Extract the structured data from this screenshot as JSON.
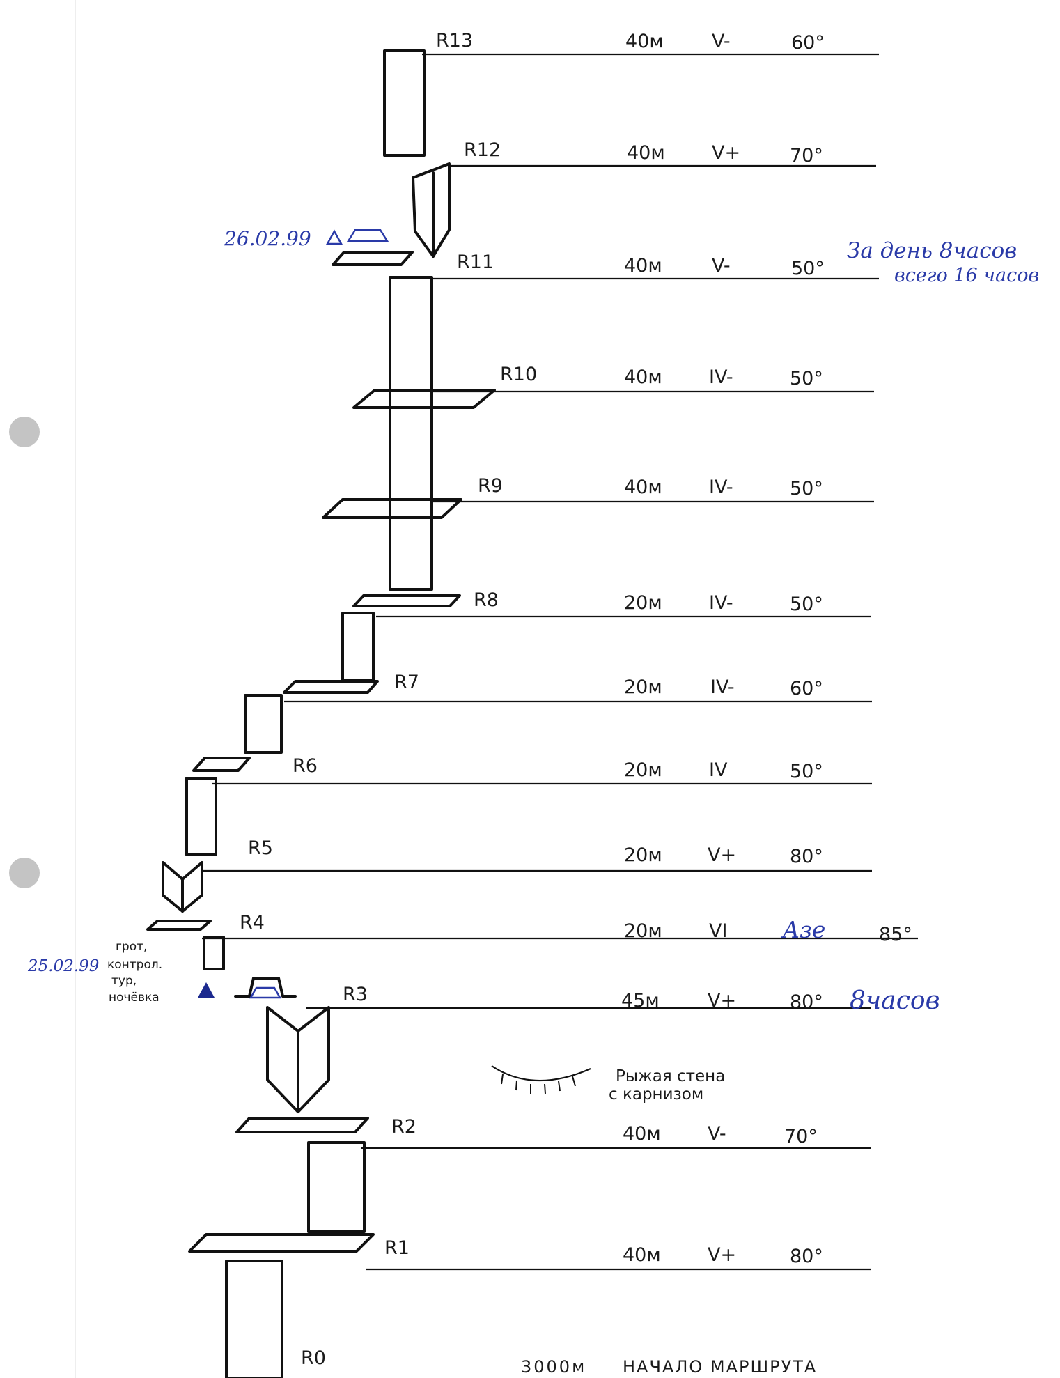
{
  "pitches": [
    {
      "label": "R13",
      "length": "40м",
      "grade": "V-",
      "angle": "60°"
    },
    {
      "label": "R12",
      "length": "40м",
      "grade": "V+",
      "angle": "70°"
    },
    {
      "label": "R11",
      "length": "40м",
      "grade": "V-",
      "angle": "50°"
    },
    {
      "label": "R10",
      "length": "40м",
      "grade": "IV-",
      "angle": "50°"
    },
    {
      "label": "R9",
      "length": "40м",
      "grade": "IV-",
      "angle": "50°"
    },
    {
      "label": "R8",
      "length": "20м",
      "grade": "IV-",
      "angle": "50°"
    },
    {
      "label": "R7",
      "length": "20м",
      "grade": "IV-",
      "angle": "60°"
    },
    {
      "label": "R6",
      "length": "20м",
      "grade": "IV",
      "angle": "50°"
    },
    {
      "label": "R5",
      "length": "20м",
      "grade": "V+",
      "angle": "80°"
    },
    {
      "label": "R4",
      "length": "20м",
      "grade": "VI",
      "angle": "85°",
      "aid": "Aзе"
    },
    {
      "label": "R3",
      "length": "45м",
      "grade": "V+",
      "angle": "80°",
      "note": "8часов"
    },
    {
      "label": "R2",
      "length": "40м",
      "grade": "V-",
      "angle": "70°"
    },
    {
      "label": "R1",
      "length": "40м",
      "grade": "V+",
      "angle": "80°"
    },
    {
      "label": "R0",
      "length": "",
      "grade": "",
      "angle": ""
    }
  ],
  "start": {
    "altitude": "3000м",
    "text": "НАЧАЛО МАРШРУТА"
  },
  "bivouac_top": {
    "date": "26.02.99",
    "day_note": "За день 8часов",
    "total_note": "всего 16 часов"
  },
  "bivouac_bottom": {
    "date": "25.02.99",
    "line1": "грот,",
    "line2": "контрол.",
    "line3": "тур,",
    "line4": "ночёвка"
  },
  "feature": {
    "line1": "Рыжая стена",
    "line2": "с карнизом"
  },
  "colors": {
    "ink": "#111111",
    "blue_ink": "#2a3aa8",
    "paper": "#ffffff",
    "hole": "#bfbfbf"
  }
}
